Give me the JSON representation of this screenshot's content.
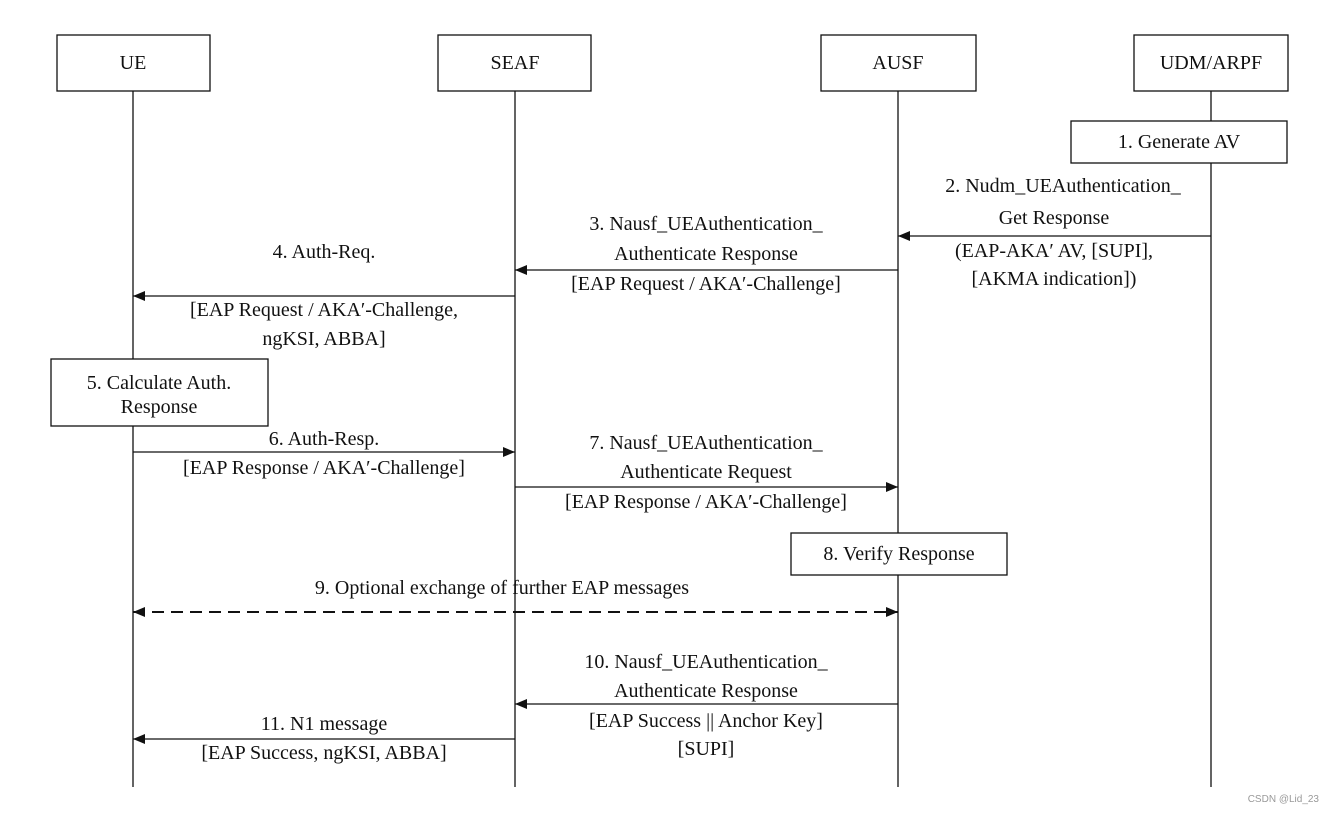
{
  "participants": [
    {
      "id": "ue",
      "label": "UE"
    },
    {
      "id": "seaf",
      "label": "SEAF"
    },
    {
      "id": "ausf",
      "label": "AUSF"
    },
    {
      "id": "udm",
      "label": "UDM/ARPF"
    }
  ],
  "steps": {
    "s1": [
      "1. Generate AV"
    ],
    "s2": [
      "2. Nudm_UEAuthentication_",
      "Get Response",
      "(EAP-AKA′ AV, [SUPI],",
      "[AKMA indication])"
    ],
    "s3": [
      "3. Nausf_UEAuthentication_",
      "Authenticate Response",
      "[EAP Request / AKA′-Challenge]"
    ],
    "s4": [
      "4. Auth-Req.",
      "[EAP Request / AKA′-Challenge,",
      "ngKSI, ABBA]"
    ],
    "s5": [
      "5. Calculate Auth.",
      "Response"
    ],
    "s6": [
      "6. Auth-Resp.",
      "[EAP Response / AKA′-Challenge]"
    ],
    "s7": [
      "7. Nausf_UEAuthentication_",
      "Authenticate Request",
      "[EAP Response / AKA′-Challenge]"
    ],
    "s8": [
      "8. Verify Response"
    ],
    "s9": [
      "9. Optional exchange of further EAP messages"
    ],
    "s10": [
      "10. Nausf_UEAuthentication_",
      "Authenticate Response",
      "[EAP Success || Anchor Key]",
      "[SUPI]"
    ],
    "s11": [
      "11. N1 message",
      "[EAP Success, ngKSI, ABBA]"
    ]
  },
  "watermark": "CSDN @Lid_23"
}
